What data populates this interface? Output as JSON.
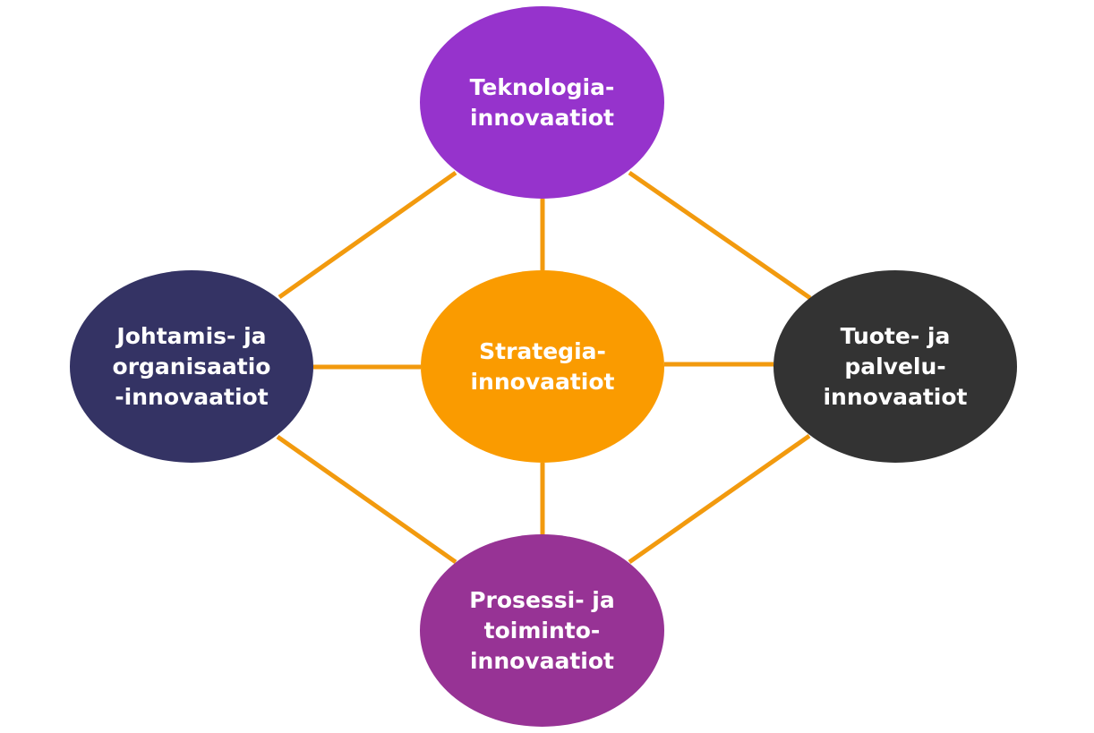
{
  "diagram": {
    "connector_color": "#F29A0E",
    "nodes": {
      "top": {
        "label": "Teknologia-\ninnovaatiot",
        "color": "#9633CC"
      },
      "center": {
        "label": "Strategia-\ninnovaatiot",
        "color": "#FA9B00"
      },
      "left": {
        "label": "Johtamis- ja\norganisaatio\n-innovaatiot",
        "color": "#343364"
      },
      "right": {
        "label": "Tuote- ja\npalvelu-\ninnovaatiot",
        "color": "#333333"
      },
      "bottom": {
        "label": "Prosessi- ja\ntoiminto-\ninnovaatiot",
        "color": "#973395"
      }
    }
  }
}
